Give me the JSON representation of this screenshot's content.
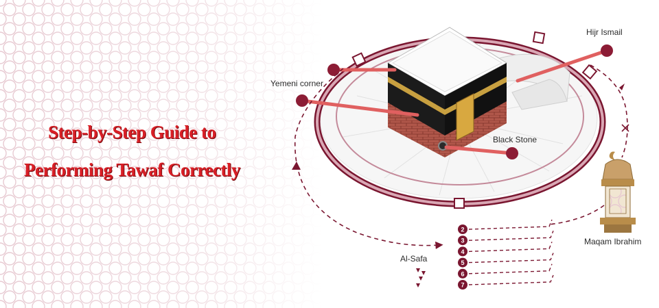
{
  "title": {
    "line1": "Step-by-Step Guide to",
    "line2": "Performing Tawaf Correctly"
  },
  "labels": {
    "hijr_ismail": "Hijr Ismail",
    "yemeni_corner": "Yemeni corner",
    "black_stone": "Black Stone",
    "maqam_ibrahim": "Maqam Ibrahim",
    "al_safa": "Al-Safa"
  },
  "rounds": [
    "2",
    "3",
    "4",
    "5",
    "6",
    "7"
  ],
  "colors": {
    "accent": "#7a1630",
    "title": "#d91f26",
    "ring": "#c48a9a",
    "pointer": "#e06060"
  },
  "icons": [
    "kaaba-icon",
    "lantern-icon",
    "x-mark-icon",
    "dashed-arrow-icon"
  ]
}
